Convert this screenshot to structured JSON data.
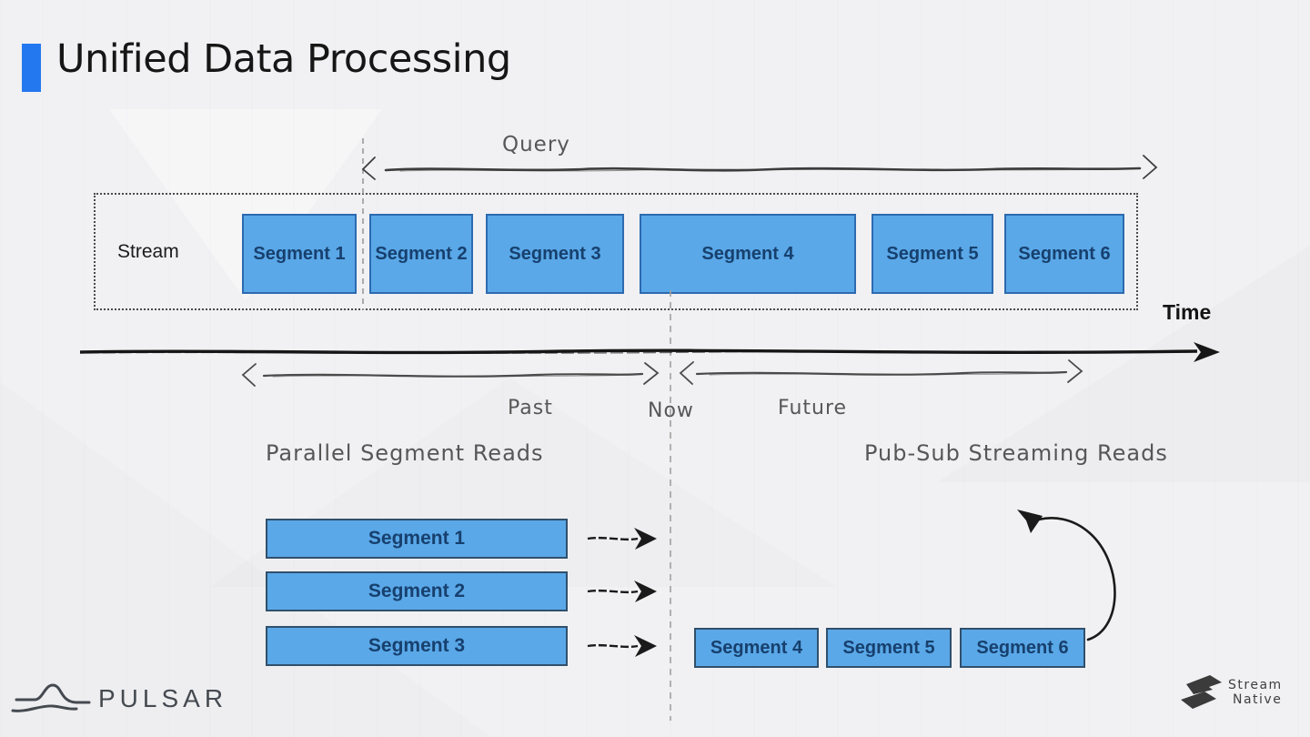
{
  "slide": {
    "title": "Unified Data Processing"
  },
  "stream_row": {
    "label": "Stream",
    "segments": [
      "Segment 1",
      "Segment 2",
      "Segment 3",
      "Segment 4",
      "Segment 5",
      "Segment 6"
    ]
  },
  "annotations": {
    "query": "Query",
    "time": "Time",
    "past": "Past",
    "now": "Now",
    "future": "Future"
  },
  "sections": {
    "left_title": "Parallel Segment Reads",
    "right_title": "Pub-Sub Streaming Reads",
    "left_segments": [
      "Segment 1",
      "Segment 2",
      "Segment 3"
    ],
    "right_segments": [
      "Segment 4",
      "Segment 5",
      "Segment 6"
    ]
  },
  "logos": {
    "pulsar": "PULSAR",
    "streamnative_line1": "Stream",
    "streamnative_line2": "Native"
  },
  "colors": {
    "accent": "#2478ef",
    "bg": "#f1f1f3",
    "segment_fill": "#5aa8e8",
    "segment_border": "#2d6ab0",
    "segment_border_dark": "#31506b",
    "segment_text": "#17406e"
  }
}
